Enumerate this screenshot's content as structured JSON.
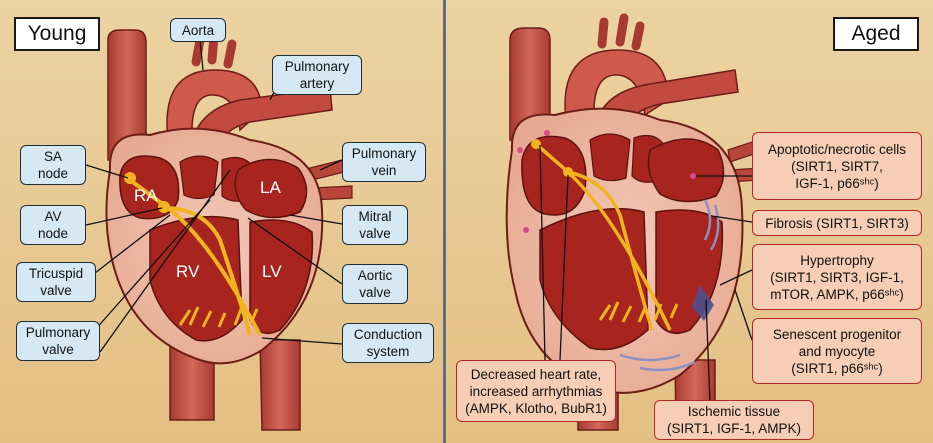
{
  "panels": {
    "left_title": "Young",
    "right_title": "Aged"
  },
  "chamber_labels": {
    "ra": "RA",
    "la": "LA",
    "rv": "RV",
    "lv": "LV"
  },
  "young_labels": {
    "aorta": "Aorta",
    "pulmonary_artery": "Pulmonary\nartery",
    "sa_node": "SA\nnode",
    "av_node": "AV\nnode",
    "tricuspid_valve": "Tricuspid\nvalve",
    "pulmonary_valve": "Pulmonary\nvalve",
    "pulmonary_vein": "Pulmonary\nvein",
    "mitral_valve": "Mitral\nvalve",
    "aortic_valve": "Aortic\nvalve",
    "conduction_system": "Conduction\nsystem"
  },
  "aged_labels": {
    "apoptotic": "Apoptotic/necrotic cells\n(SIRT1, SIRT7,\nIGF-1, p66ˢʰᶜ)",
    "fibrosis": "Fibrosis (SIRT1, SIRT3)",
    "hypertrophy": "Hypertrophy\n(SIRT1, SIRT3, IGF-1,\nmTOR, AMPK, p66ˢʰᶜ)",
    "senescent": "Senescent progenitor\nand myocyte\n(SIRT1, p66ˢʰᶜ)",
    "decreased_hr": "Decreased heart rate,\nincreased arrhythmias\n(AMPK, Klotho, BubR1)",
    "ischemic": "Ischemic tissue\n(SIRT1, IGF-1, AMPK)"
  },
  "colors": {
    "background": "#e8c98f",
    "blue_box": "#d6e8f3",
    "pink_box": "#f6cdb5",
    "pink_border": "#b5282a",
    "heart": "#c9554a",
    "chamber": "#a8241e",
    "conduction": "#f0b420"
  }
}
